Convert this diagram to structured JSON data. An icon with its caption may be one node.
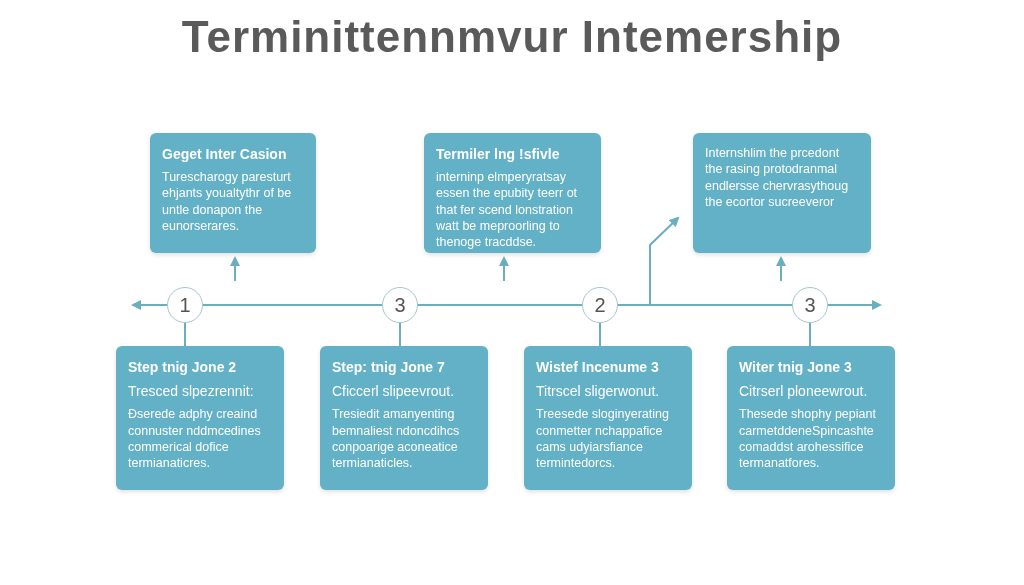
{
  "diagram": {
    "title": "Terminittennmvur Intemership",
    "nodes": [
      {
        "text": [
          "Geget Inter Casion",
          "Turescharogy paresturt ehjants youaltythr of be untle donapon the eunorserares."
        ]
      },
      {
        "text": [
          "Termiler lng !sfivle",
          "interninp elmperyratsay essen the epubity teerr ot that fer scend lonstration watt be meproorling to thenoge tracddse."
        ]
      },
      {
        "text": [
          "Internshlim the prcedont the rasing protodranmal endlersse chervrasythoug the ecortor sucreeveror"
        ]
      },
      {
        "text": [
          "1"
        ]
      },
      {
        "text": [
          "3"
        ]
      },
      {
        "text": [
          "2"
        ]
      },
      {
        "text": [
          "3"
        ]
      },
      {
        "text": [
          "Step tnig Jone 2",
          "Tresced slpezrennit:",
          "Ðserede adphy creaind connuster nddmcedines commerical dofice termianaticres."
        ]
      },
      {
        "text": [
          "Step: tnig Jone 7",
          "Cficcerl slipeevrout.",
          "Tresiedit amanyenting bemnaliest ndoncdihcs conpoarige aconeatice termianaticles."
        ]
      },
      {
        "text": [
          "Wistef Incenume 3",
          "Titrscel sligerwonut.",
          "Treesede sloginyerating conmetter nchappafice cams udyiarsfiance termintedorcs."
        ]
      },
      {
        "text": [
          "Witer tnig Jone 3",
          "Citrserl ploneewrout.",
          "Thesede shophy pepiant carmetddeneSpincashte comaddst arohessifice termanatfores."
        ]
      }
    ],
    "edges": [
      {
        "from": null,
        "to": 0,
        "arrow": "to"
      },
      {
        "from": null,
        "to": 1,
        "arrow": "to"
      },
      {
        "from": null,
        "to": 2,
        "arrow": "to"
      },
      {
        "from": null,
        "to": 2,
        "arrow": "to"
      },
      {
        "from": 3,
        "to": null,
        "arrow": "to"
      },
      {
        "from": 3,
        "to": 4,
        "arrow": "none"
      },
      {
        "from": 4,
        "to": 5,
        "arrow": "none"
      },
      {
        "from": 5,
        "to": 6,
        "arrow": "none"
      },
      {
        "from": 6,
        "to": null,
        "arrow": "to"
      },
      {
        "from": 3,
        "to": 7,
        "arrow": "none"
      },
      {
        "from": 4,
        "to": 8,
        "arrow": "none"
      },
      {
        "from": 5,
        "to": 9,
        "arrow": "none"
      },
      {
        "from": 6,
        "to": 10,
        "arrow": "none"
      }
    ]
  }
}
